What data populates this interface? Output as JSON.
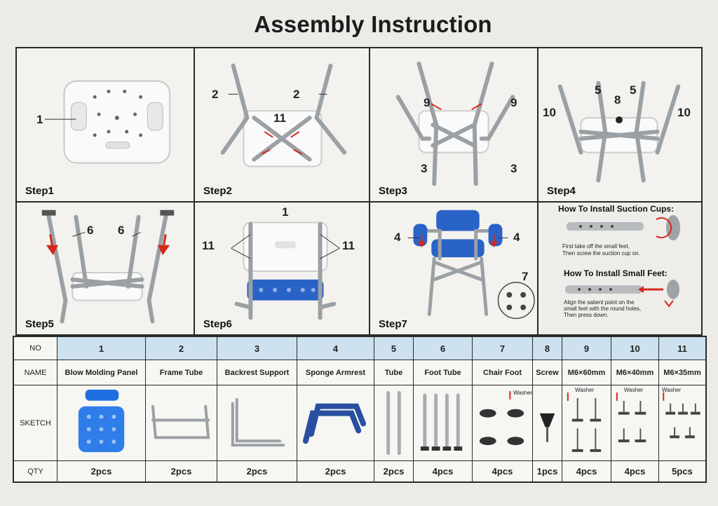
{
  "title": "Assembly Instruction",
  "steps": [
    {
      "label": "Step1",
      "callouts": [
        "1"
      ]
    },
    {
      "label": "Step2",
      "callouts": [
        "2",
        "2",
        "11"
      ]
    },
    {
      "label": "Step3",
      "callouts": [
        "9",
        "9",
        "3",
        "3"
      ]
    },
    {
      "label": "Step4",
      "callouts": [
        "5",
        "8",
        "5",
        "10",
        "10"
      ]
    },
    {
      "label": "Step5",
      "callouts": [
        "6",
        "6"
      ]
    },
    {
      "label": "Step6",
      "callouts": [
        "1",
        "11",
        "11"
      ]
    },
    {
      "label": "Step7",
      "callouts": [
        "4",
        "4",
        "7"
      ]
    }
  ],
  "howto": {
    "suction_title": "How To Install Suction Cups:",
    "suction_text_1": "First take off the small feet,",
    "suction_text_2": "Then screw the suction cup on.",
    "feet_title": "How To Install Small Feet:",
    "feet_text_1": "Align the salient point on the",
    "feet_text_2": "small feet with the round holes,",
    "feet_text_3": "Then press down."
  },
  "parts_table": {
    "row_no": "NO",
    "row_name": "NAME",
    "row_sketch": "SKETCH",
    "row_qty": "QTY",
    "washer": "Washer",
    "items": [
      {
        "no": "1",
        "name": "Blow Molding Panel",
        "qty": "2pcs"
      },
      {
        "no": "2",
        "name": "Frame Tube",
        "qty": "2pcs"
      },
      {
        "no": "3",
        "name": "Backrest Support",
        "qty": "2pcs"
      },
      {
        "no": "4",
        "name": "Sponge Armrest",
        "qty": "2pcs"
      },
      {
        "no": "5",
        "name": "Tube",
        "qty": "2pcs"
      },
      {
        "no": "6",
        "name": "Foot Tube",
        "qty": "4pcs"
      },
      {
        "no": "7",
        "name": "Chair Foot",
        "qty": "4pcs"
      },
      {
        "no": "8",
        "name": "Screw",
        "qty": "1pcs"
      },
      {
        "no": "9",
        "name": "M6×60mm",
        "qty": "4pcs"
      },
      {
        "no": "10",
        "name": "M6×40mm",
        "qty": "4pcs"
      },
      {
        "no": "11",
        "name": "M6×35mm",
        "qty": "5pcs"
      }
    ]
  },
  "colors": {
    "accent_blue": "#2a63c8",
    "header_blue": "#cde2ee",
    "arrow_red": "#d4281e",
    "metal": "#a9adb0"
  }
}
